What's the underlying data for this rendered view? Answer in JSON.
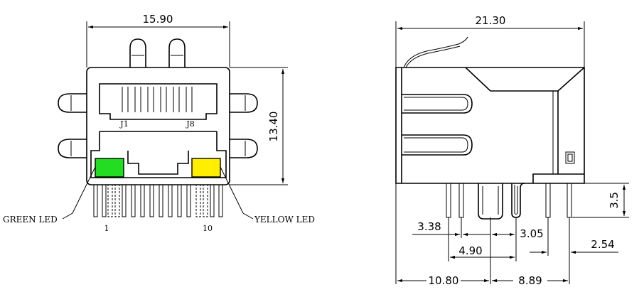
{
  "front_view": {
    "width_dim": "15.90",
    "height_dim": "13.40",
    "pin_left": "J1",
    "pin_right": "J8",
    "pin_num_left": "1",
    "pin_num_right": "10",
    "led_left_label": "GREEN LED",
    "led_right_label": "YELLOW LED",
    "led_left_color": "#22dd22",
    "led_right_color": "#ffee00"
  },
  "side_view": {
    "length_dim": "21.30",
    "lead_dim": "3.5",
    "d_338": "3.38",
    "d_305": "3.05",
    "d_490": "4.90",
    "d_254": "2.54",
    "d_1080": "10.80",
    "d_889": "8.89"
  }
}
